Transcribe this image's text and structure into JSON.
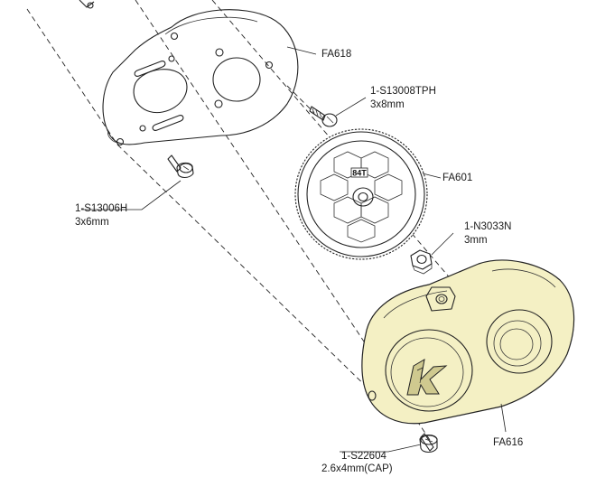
{
  "colors": {
    "gearbox_fill": "#f4f0c4",
    "line": "#222222",
    "background": "#ffffff"
  },
  "labels": {
    "motor_plate": "FA618",
    "screw_tph_code": "1-S13008TPH",
    "screw_tph_size": "3x8mm",
    "spur_gear": "FA601",
    "gear_teeth": "84T",
    "screw_h_code": "1-S13006H",
    "screw_h_size": "3x6mm",
    "nut_code": "1-N3033N",
    "nut_size": "3mm",
    "gear_cover": "FA616",
    "cap_screw_code": "1-S22604",
    "cap_screw_size": "2.6x4mm(CAP)"
  },
  "icons": {
    "cover_logo": "k-logo-icon"
  }
}
